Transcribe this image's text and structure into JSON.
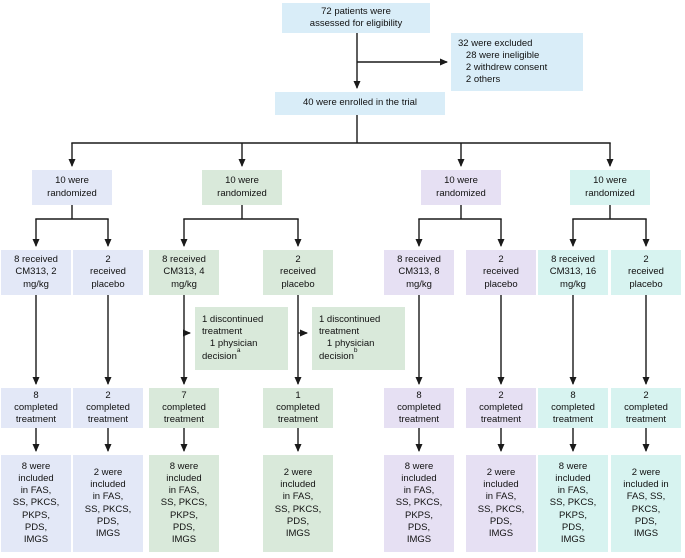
{
  "diagram_title": "Patient flow diagram (CONSORT)",
  "colors": {
    "screening_box": "#d9edf8",
    "arm1_cm313_2mgkg": "#e3e8f7",
    "arm2_cm313_4mgkg": "#d9e9da",
    "arm3_cm313_8mgkg": "#e6e0f3",
    "arm4_cm313_16mgkg": "#d7f3f0",
    "line": "#1a1a1a",
    "text": "#111111"
  },
  "screening": {
    "assessed": "72 patients were\nassessed for eligibility",
    "excluded": "32 were excluded\n   28 were ineligible\n   2 withdrew consent\n   2 others",
    "enrolled": "40 were enrolled in the trial"
  },
  "discontinued": [
    {
      "text": "1 discontinued\ntreatment\n   1 physician\ndecision",
      "sup": "a"
    },
    {
      "text": "1 discontinued\ntreatment\n   1 physician\ndecision",
      "sup": "b"
    }
  ],
  "arms": [
    {
      "label": "CM313 2 mg/kg cohort",
      "randomized": "10 were\nrandomized",
      "received_drug": "8 received\nCM313, 2\nmg/kg",
      "received_placebo": "2\nreceived\nplacebo",
      "completed_drug": "8\ncompleted\ntreatment",
      "completed_placebo": "2\ncompleted\ntreatment",
      "included_drug": "8 were\nincluded\nin FAS,\nSS, PKCS,\nPKPS,\nPDS,\nIMGS",
      "included_placebo": "2 were\nincluded\nin FAS,\nSS, PKCS,\nPDS,\nIMGS"
    },
    {
      "label": "CM313 4 mg/kg cohort",
      "randomized": "10 were\nrandomized",
      "received_drug": "8 received\nCM313, 4\nmg/kg",
      "received_placebo": "2\nreceived\nplacebo",
      "completed_drug": "7\ncompleted\ntreatment",
      "completed_placebo": "1\ncompleted\ntreatment",
      "included_drug": "8 were\nincluded\nin FAS,\nSS, PKCS,\nPKPS,\nPDS,\nIMGS",
      "included_placebo": "2 were\nincluded\nin FAS,\nSS, PKCS,\nPDS,\nIMGS"
    },
    {
      "label": "CM313 8 mg/kg cohort",
      "randomized": "10 were\nrandomized",
      "received_drug": "8 received\nCM313, 8\nmg/kg",
      "received_placebo": "2\nreceived\nplacebo",
      "completed_drug": "8\ncompleted\ntreatment",
      "completed_placebo": "2\ncompleted\ntreatment",
      "included_drug": "8 were\nincluded\nin FAS,\nSS, PKCS,\nPKPS,\nPDS,\nIMGS",
      "included_placebo": "2 were\nincluded\nin FAS,\nSS, PKCS,\nPDS,\nIMGS"
    },
    {
      "label": "CM313 16 mg/kg cohort",
      "randomized": "10 were\nrandomized",
      "received_drug": "8 received\nCM313, 16\nmg/kg",
      "received_placebo": "2\nreceived\nplacebo",
      "completed_drug": "8\ncompleted\ntreatment",
      "completed_placebo": "2\ncompleted\ntreatment",
      "included_drug": "8 were\nincluded\nin FAS,\nSS, PKCS,\nPKPS,\nPDS,\nIMGS",
      "included_placebo": "2 were\nincluded in\nFAS, SS,\nPKCS,\nPDS,\nIMGS"
    }
  ]
}
